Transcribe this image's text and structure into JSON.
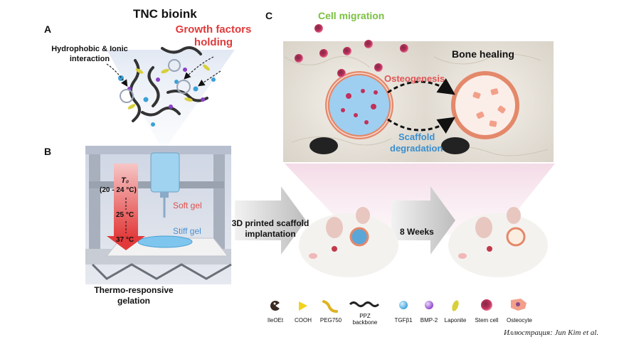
{
  "panels": {
    "a": "A",
    "b": "B",
    "c": "C"
  },
  "panel_a": {
    "title": "TNC bioink",
    "interaction_label": "Hydrophobic & Ionic interaction",
    "growth_factors_label": "Growth factors holding"
  },
  "panel_b": {
    "t0_symbol": "T₀",
    "t0_range": "(20 - 24 °C)",
    "temp_mid": "25 °C",
    "temp_high": "37 °C",
    "soft_gel": "Soft gel",
    "stiff_gel": "Stiff gel",
    "caption_line1": "Thermo-responsive",
    "caption_line2": "gelation"
  },
  "panel_c": {
    "cell_migration": "Cell migration",
    "bone_healing": "Bone healing",
    "osteogenesis": "Osteogenesis",
    "scaffold_degradation_line1": "Scaffold",
    "scaffold_degradation_line2": "degradation"
  },
  "flow": {
    "implant_line1": "3D printed scaffold",
    "implant_line2": "implantation",
    "duration": "8 Weeks"
  },
  "legend": [
    {
      "label": "IleOEt",
      "icon": "pacman-icon"
    },
    {
      "label": "COOH",
      "icon": "triangle-icon"
    },
    {
      "label": "PEG750",
      "icon": "squiggle-icon"
    },
    {
      "label": "PPZ backbone",
      "icon": "wave-icon"
    },
    {
      "label": "TGFβ1",
      "icon": "blue-sphere-icon"
    },
    {
      "label": "BMP-2",
      "icon": "purple-sphere-icon"
    },
    {
      "label": "Laponite",
      "icon": "ellipse-icon"
    },
    {
      "label": "Stem cell",
      "icon": "stem-cell-icon"
    },
    {
      "label": "Osteocyte",
      "icon": "osteocyte-icon"
    }
  ],
  "credit": "Иллюстрация: Jun Kim et al.",
  "colors": {
    "growth_factors": "#e03a3a",
    "soft_gel": "#e0504a",
    "stiff_gel": "#4a90d0",
    "cell_migration": "#7bc142",
    "osteogenesis": "#e05555",
    "scaffold_degradation": "#3a8fd0"
  }
}
